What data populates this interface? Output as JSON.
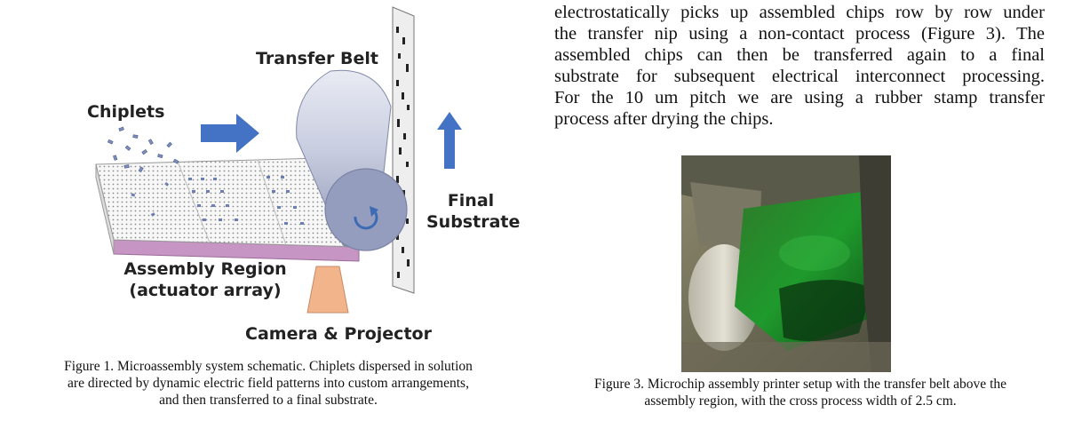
{
  "figure1": {
    "labels": {
      "transfer_belt": "Transfer Belt",
      "chiplets": "Chiplets",
      "final_substrate_line1": "Final",
      "final_substrate_line2": "Substrate",
      "assembly_region_line1": "Assembly Region",
      "assembly_region_line2": "(actuator array)",
      "camera_projector": "Camera & Projector"
    },
    "caption_lines": [
      "Figure 1.  Microassembly system schematic.  Chiplets dispersed in solution",
      "are directed by dynamic electric field patterns into custom arrangements,",
      "and then transferred to a final substrate."
    ],
    "colors": {
      "arrow_blue": "#4472c4",
      "roller": "#b7bdd3",
      "actuator_region": "#c795c4",
      "camera_cone": "#f2b48a"
    }
  },
  "body_text_lines": [
    "electrostatically picks up assembled chips row by row under",
    "the transfer nip using a non-contact process (Figure 3).  The",
    "assembled chips can then be transferred again to a final",
    "substrate for subsequent electrical interconnect processing.",
    "For the 10 um pitch we are using a rubber stamp transfer",
    "process after drying the chips."
  ],
  "figure3": {
    "caption_lines": [
      "Figure 3.  Microchip assembly printer setup with the transfer belt above the",
      "assembly region, with the cross process width of 2.5 cm."
    ]
  }
}
